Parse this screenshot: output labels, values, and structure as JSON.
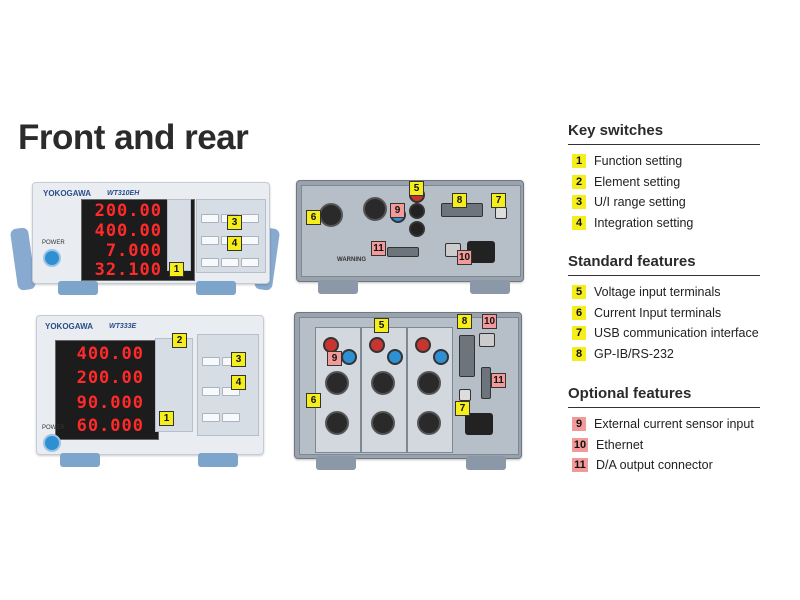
{
  "title": "Front and rear",
  "key_switches": {
    "heading": "Key switches",
    "items": [
      {
        "num": "1",
        "label": "Function setting",
        "color": "#f5ee1a"
      },
      {
        "num": "2",
        "label": "Element setting",
        "color": "#f5ee1a"
      },
      {
        "num": "3",
        "label": "U/I range setting",
        "color": "#f5ee1a"
      },
      {
        "num": "4",
        "label": "Integration setting",
        "color": "#f5ee1a"
      }
    ]
  },
  "standard_features": {
    "heading": "Standard features",
    "items": [
      {
        "num": "5",
        "label": "Voltage input terminals",
        "color": "#f5ee1a"
      },
      {
        "num": "6",
        "label": "Current Input terminals",
        "color": "#f5ee1a"
      },
      {
        "num": "7",
        "label": "USB communication interface",
        "color": "#f5ee1a"
      },
      {
        "num": "8",
        "label": "GP-IB/RS-232",
        "color": "#f5ee1a"
      }
    ]
  },
  "optional_features": {
    "heading": "Optional features",
    "items": [
      {
        "num": "9",
        "label": "External current sensor input",
        "color": "#f29a9a"
      },
      {
        "num": "10",
        "label": "Ethernet",
        "color": "#f29a9a"
      },
      {
        "num": "11",
        "label": "D/A output connector",
        "color": "#f29a9a"
      }
    ]
  },
  "front_top": {
    "brand": "YOKOGAWA",
    "model": "WT310EH",
    "power_label": "POWER",
    "readings": [
      "200.00",
      "400.00",
      "7.000",
      "32.100"
    ]
  },
  "front_bottom": {
    "brand": "YOKOGAWA",
    "model": "WT333E",
    "power_label": "POWER",
    "readings": [
      "400.00",
      "200.00",
      "90.000",
      "60.000"
    ]
  },
  "rear_top": {
    "warning": "WARNING"
  },
  "callouts": {
    "ft1": "1",
    "ft3": "3",
    "ft4": "4",
    "fb1": "1",
    "fb2": "2",
    "fb3": "3",
    "fb4": "4",
    "rt5": "5",
    "rt6": "6",
    "rt7": "7",
    "rt8": "8",
    "rt9": "9",
    "rt10": "10",
    "rt11": "11",
    "rb5": "5",
    "rb6": "6",
    "rb7": "7",
    "rb8": "8",
    "rb9": "9",
    "rb10": "10",
    "rb11": "11"
  }
}
